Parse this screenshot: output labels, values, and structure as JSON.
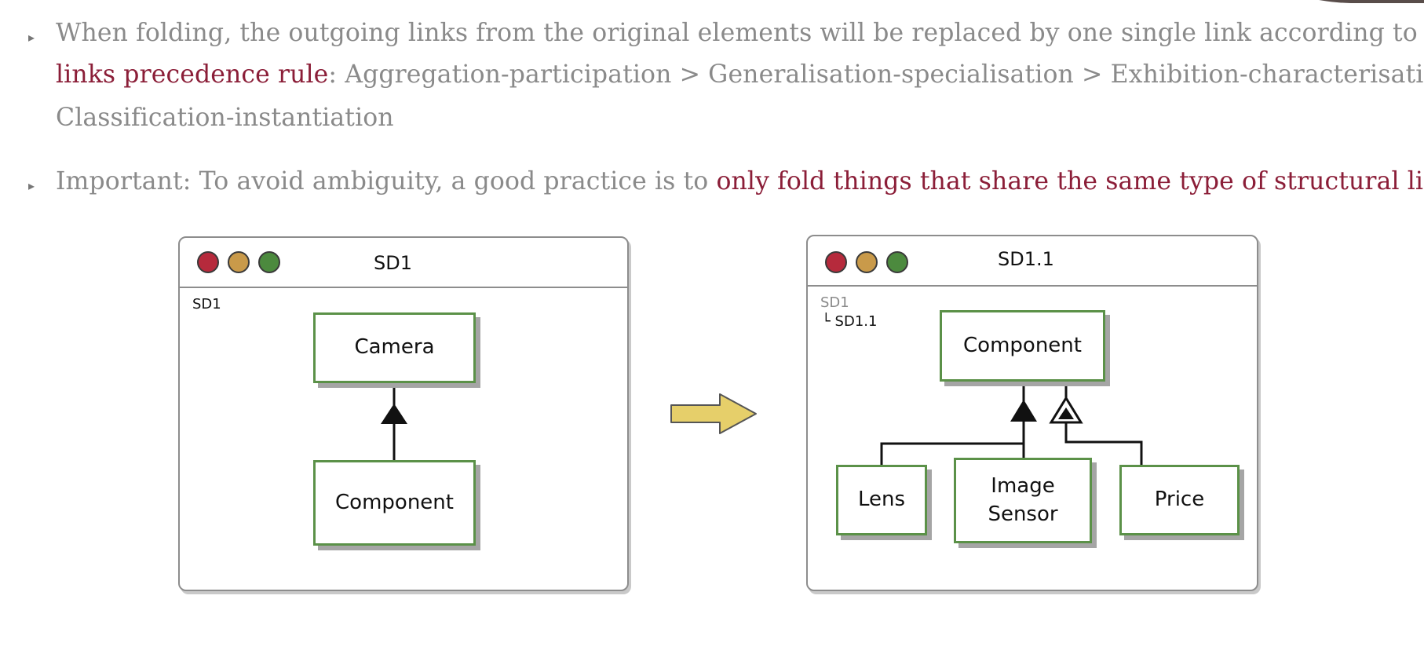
{
  "bullets": [
    {
      "line1": "When folding, the outgoing links from the original elements will be replaced by one single link according to the",
      "line2_highlight": "links precedence rule",
      "line2_rest": ": Aggregation-participation > Generalisation-specialisation > Exhibition-characterisation >",
      "line3": "Classification-instantiation"
    },
    {
      "prefix": "Important: To avoid ambiguity, a good practice is to ",
      "highlight": "only fold things that share the same type of structural link"
    }
  ],
  "left_window": {
    "title": "SD1",
    "breadcrumb": "SD1",
    "things": {
      "top": "Camera",
      "bottom": "Component"
    }
  },
  "right_window": {
    "title": "SD1.1",
    "breadcrumb_parent": "SD1",
    "breadcrumb_child": "└ SD1.1",
    "things": {
      "top": "Component",
      "left": "Lens",
      "middle": "Image\nSensor",
      "right": "Price"
    }
  },
  "colors": {
    "highlight": "#8b1e38",
    "thing_border": "#5b9148",
    "arrow_fill": "#e6cf6a",
    "dot_red": "#b62a3c",
    "dot_amber": "#c99a4a",
    "dot_green": "#4c8a3e"
  },
  "icons": {
    "bullet": "triangle-bullet-icon",
    "transform_arrow": "right-arrow-icon",
    "aggregation": "filled-triangle-icon",
    "exhibition": "triangle-in-triangle-icon"
  }
}
